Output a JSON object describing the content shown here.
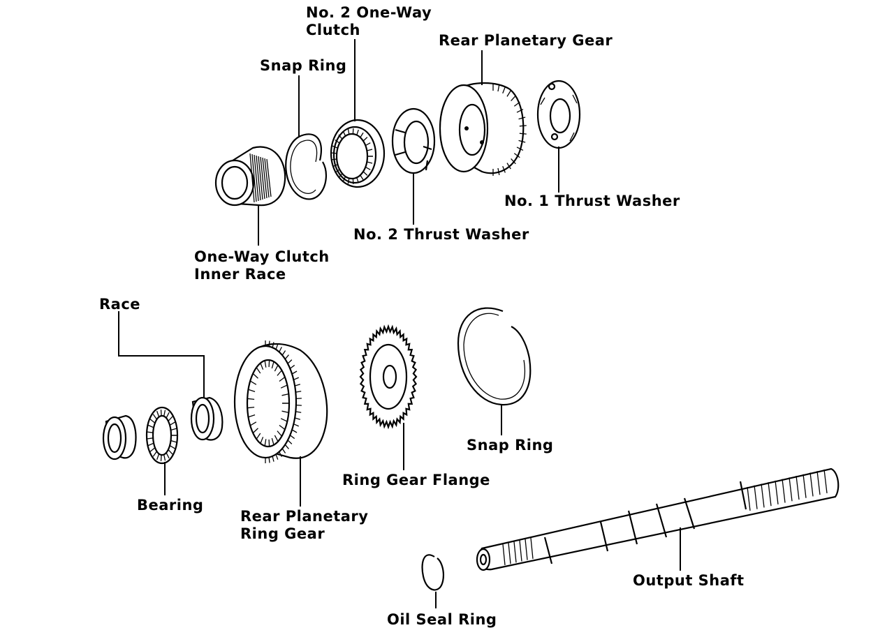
{
  "labels": {
    "no2_one_way_clutch": [
      "No. 2 One-Way",
      "Clutch"
    ],
    "snap_ring_top": "Snap Ring",
    "rear_planetary_gear": "Rear Planetary Gear",
    "no1_thrust_washer": "No. 1 Thrust Washer",
    "no2_thrust_washer": "No. 2 Thrust Washer",
    "one_way_clutch_inner_race": [
      "One-Way Clutch",
      "Inner Race"
    ],
    "race": "Race",
    "bearing": "Bearing",
    "rear_planetary_ring_gear": [
      "Rear Planetary",
      "Ring Gear"
    ],
    "ring_gear_flange": "Ring Gear Flange",
    "snap_ring_bottom": "Snap Ring",
    "oil_seal_ring": "Oil Seal Ring",
    "output_shaft": "Output Shaft"
  }
}
